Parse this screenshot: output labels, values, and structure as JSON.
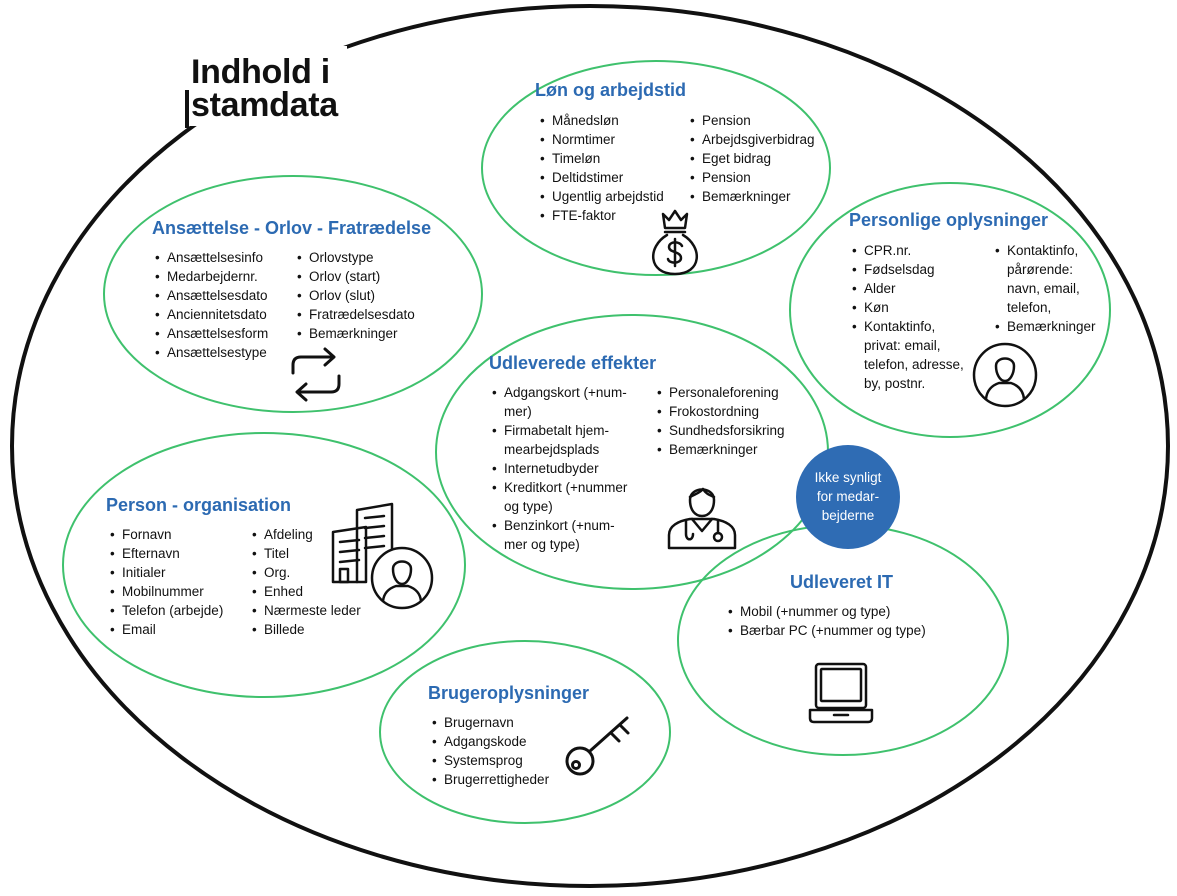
{
  "title": "Indhold i\nstamdata",
  "colors": {
    "outline": "#111111",
    "ring": "#3fc16d",
    "heading": "#2c6ab2",
    "notice_fill": "#2f6cb4",
    "notice_text": "#ffffff"
  },
  "sections": {
    "loen_og_arbejdstid": {
      "heading": "Løn og arbejdstid",
      "icon": "money-bag-icon",
      "left": [
        "Månedsløn",
        "Normtimer",
        "Timeløn",
        "Deltidstimer",
        "Ugentlig arbejdstid",
        "FTE-faktor"
      ],
      "right": [
        "Pension",
        "Arbejdsgiverbidrag",
        "Eget bidrag",
        "Pension",
        "Bemærkninger"
      ]
    },
    "ansaettelse_orlov_fratraedelse": {
      "heading": "Ansættelse - Orlov - Fratrædelse",
      "icon": "exchange-arrows-icon",
      "left": [
        "Ansættelsesinfo",
        "Medarbejdernr.",
        "Ansættelsesdato",
        "Anciennitetsdato",
        "Ansættelsesform",
        "Ansættelsestype"
      ],
      "right": [
        "Orlovstype",
        "Orlov (start)",
        "Orlov (slut)",
        "Fratrædelsesdato",
        "Bemærkninger"
      ]
    },
    "personlige_oplysninger": {
      "heading": "Personlige oplysninger",
      "icon": "person-icon",
      "left": [
        "CPR.nr.",
        "Fødselsdag",
        "Alder",
        "Køn",
        "Kontaktinfo,\nprivat: email,\ntelefon, adresse,\nby, postnr."
      ],
      "right": [
        "Kontaktinfo,\npårørende:\nnavn, email,\ntelefon,",
        "Bemærkninger"
      ]
    },
    "udleverede_effekter": {
      "heading": "Udleverede effekter",
      "icon": "doctor-icon",
      "left": [
        "Adgangskort (+num-\nmer)",
        "Firmabetalt hjem-\nmearbejdsplads",
        "Internetudbyder",
        "Kreditkort (+nummer\nog type)",
        "Benzinkort (+num-\nmer og type)"
      ],
      "right": [
        "Personaleforening",
        "Frokostordning",
        "Sundhedsforsikring",
        "Bemærkninger"
      ]
    },
    "udleveret_it": {
      "heading": "Udleveret IT",
      "icon": "laptop-icon",
      "items": [
        "Mobil (+nummer og type)",
        "Bærbar PC (+nummer og type)"
      ]
    },
    "person_organisation": {
      "heading": "Person - organisation",
      "icon": "building-person-icon",
      "left": [
        "Fornavn",
        "Efternavn",
        "Initialer",
        "Mobilnummer",
        "Telefon (arbejde)",
        "Email"
      ],
      "right": [
        "Afdeling",
        "Titel",
        "Org.",
        "Enhed",
        "Nærmeste leder",
        "Billede"
      ]
    },
    "brugeroplysninger": {
      "heading": "Brugeroplysninger",
      "icon": "key-icon",
      "items": [
        "Brugernavn",
        "Adgangskode",
        "Systemsprog",
        "Brugerrettigheder"
      ]
    }
  },
  "notice": {
    "text": "Ikke synligt\nfor medar-\nbejderne"
  }
}
